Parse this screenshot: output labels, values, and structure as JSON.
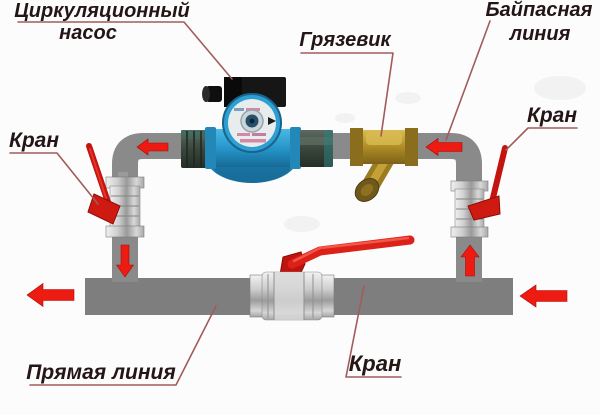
{
  "labels": {
    "pump_line1": "Циркуляционный",
    "pump_line2": "насос",
    "strainer": "Грязевик",
    "bypass_line1": "Байпасная",
    "bypass_line2": "линия",
    "valve_left": "Кран",
    "valve_right": "Кран",
    "valve_main": "Кран",
    "direct_line": "Прямая линия"
  },
  "flow_arrows": [
    {
      "id": "bypass-left-segment",
      "direction": "left"
    },
    {
      "id": "bypass-right-segment",
      "direction": "left"
    },
    {
      "id": "left-riser",
      "direction": "down"
    },
    {
      "id": "right-riser",
      "direction": "up"
    },
    {
      "id": "main-line-outlet",
      "direction": "left"
    },
    {
      "id": "main-line-inlet",
      "direction": "left"
    }
  ],
  "colors": {
    "background": "#fcfcfc",
    "pipe_gray": "#8a8a8a",
    "main_pipe_gray": "#7e7e7e",
    "arrow_red": "#ed1b12",
    "handle_red": "#cf1712",
    "pump_blue": "#2b9cd0",
    "strainer_brass": "#b8952c",
    "valve_chrome": "#c6c6c6",
    "label_text": "#241517",
    "leader_line": "#a25b5b"
  }
}
